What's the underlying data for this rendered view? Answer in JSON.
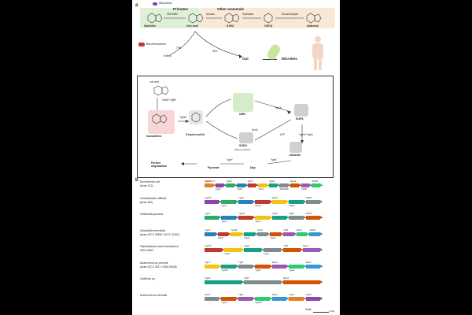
{
  "panel_a": {
    "letter": "a",
    "groups": {
      "primates": "Primates",
      "other_mammals": "Other mammals"
    },
    "inhibitors": {
      "allopurinol": "Allopurinol",
      "benzbromarone": "Benzbromarone"
    },
    "compounds": [
      "Xanthine",
      "Uric acid",
      "5-HIU",
      "OHCU",
      "Allantoin"
    ],
    "enzymes": [
      "XDH/ABC",
      "Uricase",
      "Hydrolase",
      "Decarboxylase"
    ],
    "kidney": {
      "label": "Kidney",
      "percent": "70%"
    },
    "gut": {
      "label": "Gut",
      "percent": "30%",
      "microbes": "Microbes"
    },
    "inset": {
      "compounds": {
        "uric_acid": "uric acid",
        "isoxanthine": "Isoxanthine",
        "dhx": "5-hydro-isoUA",
        "umh": "UMH",
        "dupa": "DUPA",
        "sudu": "SUDU",
        "sudu_note": "(Minor product)",
        "albizziin": "Albizziin",
        "dap": "Dap",
        "pyruvate": "Pyruvate",
        "further": "Further degradation"
      },
      "enzymes": {
        "xdh": "XdhD+YgfM",
        "ygeW": "YgeW",
        "ygeX": "YgeX",
        "ygeY": "YgeY",
        "ssnA": "SsnA",
        "hpxA": "HpxA",
        "ygeH": "YgeH+YgeA",
        "atp": "ATP"
      }
    }
  },
  "panel_b": {
    "letter": "b",
    "organisms": [
      {
        "name": "Escherichia coli",
        "strain": "(strain K12)",
        "top": [
          "YgeW",
          "YgeX",
          "YgeY",
          "YgeA",
          "SsnA",
          "XdhD"
        ],
        "bottom": [
          "YgeV",
          "YgeK",
          "YpcA",
          "XdhABC",
          "YgfM"
        ],
        "left_note": "HpxA/ABC"
      },
      {
        "name": "Clostridioides difficile",
        "strain": "(strain 630)",
        "top": [
          "YgeW",
          "YgeX",
          "HpxA",
          "XdhD"
        ],
        "bottom": [
          "YgeY",
          "SsnA",
          "YgeX"
        ],
        "left_note": ""
      },
      {
        "name": "Veillonella parvula",
        "strain": "",
        "top": [
          "YgeX",
          "YgeW",
          "YgeA",
          "YgfK",
          "XdhD"
        ],
        "bottom": [
          "YgeY",
          "YpcA"
        ],
        "left_note": ""
      },
      {
        "name": "Sebaldella termitidis",
        "strain": "(strain ATCC 33386 / NCTC 11300)",
        "top": [
          "YgeV",
          "YgeW",
          "YgeX",
          "YgfK",
          "SsnA",
          "XdhD"
        ],
        "bottom": [
          "YgeY",
          "YgeA",
          "YgeX"
        ],
        "left_note": ""
      },
      {
        "name": "Peptoniphilus asaccharolyticus",
        "strain": "DSM 20463",
        "top": [
          "YgeW",
          "YgeA",
          "YgfK",
          "SsnA"
        ],
        "bottom": [
          "YgeX",
          "YgeY"
        ],
        "left_note": ""
      },
      {
        "name": "Anaerococcus prevotii",
        "strain": "(strain ATCC 9321 / DSM 20548)",
        "top": [
          "YgeY",
          "YgfK",
          "HpxA",
          "SsnA"
        ],
        "bottom": [
          "YgeW",
          "YgeX",
          "YgeA"
        ],
        "left_note": ""
      },
      {
        "name": "Gallicola sp.",
        "strain": "",
        "top": [
          "YgeA",
          "YgfK",
          "SsnA"
        ],
        "bottom": [],
        "left_note": ""
      },
      {
        "name": "Enterococcus termitis",
        "strain": "",
        "top": [
          "SsnA",
          "YgfK",
          "HpxA",
          "YgeY",
          "YgeA"
        ],
        "bottom": [
          "YgeX",
          "YgeW"
        ],
        "left_note": ""
      }
    ],
    "scale_label": "Scale:",
    "scale_value": "1 kbp"
  },
  "colors": {
    "primates_bg": "#dff0d8",
    "mammals_bg": "#f8e8d6",
    "inset_umh_bg": "#d5ecc8",
    "inset_iso_bg": "#f6d6d6",
    "inset_gray_bg": "#d0d0d0",
    "gene_palette": [
      "#e67e22",
      "#8e44ad",
      "#27ae60",
      "#2980b9",
      "#c0392b",
      "#f1c40f",
      "#16a085",
      "#7f8c8d",
      "#d35400",
      "#9b59b6",
      "#2ecc71",
      "#3498db"
    ]
  }
}
